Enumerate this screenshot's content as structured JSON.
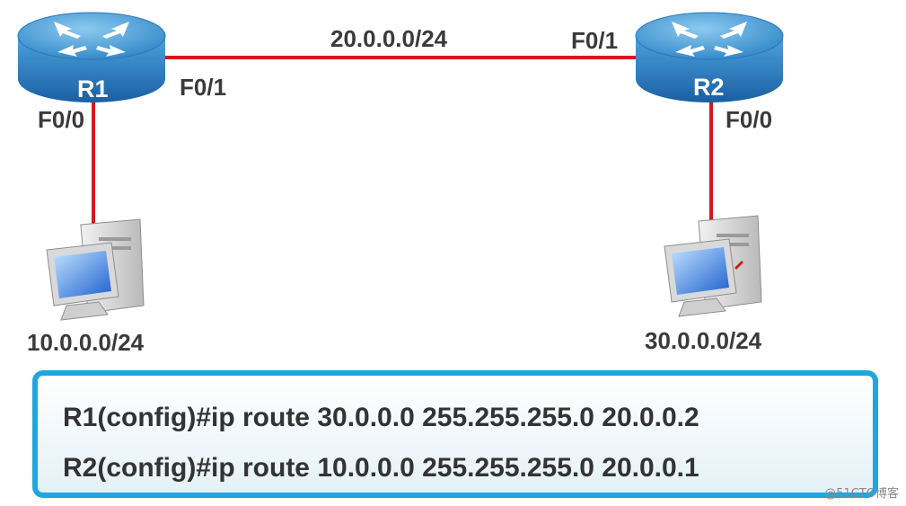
{
  "routers": [
    {
      "id": "R1",
      "label": "R1",
      "ports": {
        "upper": "F0/1",
        "lower": "F0/0"
      }
    },
    {
      "id": "R2",
      "label": "R2",
      "ports": {
        "upper": "F0/1",
        "lower": "F0/0"
      }
    }
  ],
  "links": {
    "wan": {
      "network": "20.0.0.0/24"
    }
  },
  "hosts": [
    {
      "network": "10.0.0.0/24",
      "icon": "desktop-computer-icon"
    },
    {
      "network": "30.0.0.0/24",
      "icon": "desktop-computer-icon"
    }
  ],
  "commands": [
    "R1(config)#ip route 30.0.0.0 255.255.255.0 20.0.0.2",
    "R2(config)#ip route 10.0.0.0 255.255.255.0 20.0.0.1"
  ],
  "watermark": "@51CTO博客",
  "colors": {
    "link": "#d7161e",
    "router_top": "#3f9ad6",
    "router_side": "#1f6db2",
    "box_border": "#1fa6df"
  }
}
